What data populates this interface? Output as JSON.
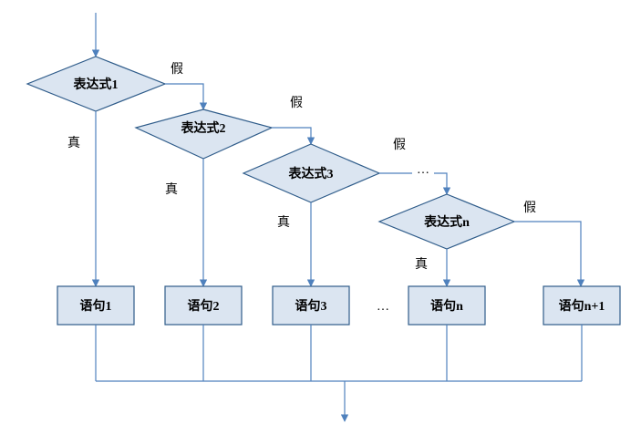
{
  "diagram": {
    "conditions": [
      {
        "label": "表达式1",
        "true_label": "真",
        "false_label": "假"
      },
      {
        "label": "表达式2",
        "true_label": "真",
        "false_label": "假"
      },
      {
        "label": "表达式3",
        "true_label": "真",
        "false_label": "假"
      },
      {
        "label": "表达式n",
        "true_label": "真",
        "false_label": "假"
      }
    ],
    "statements": [
      "语句1",
      "语句2",
      "语句3",
      "语句n",
      "语句n+1"
    ],
    "ellipsis": "…",
    "colors": {
      "line": "#4f81bd",
      "shape_fill": "#dbe5f1",
      "shape_stroke": "#2f5c8a"
    }
  }
}
